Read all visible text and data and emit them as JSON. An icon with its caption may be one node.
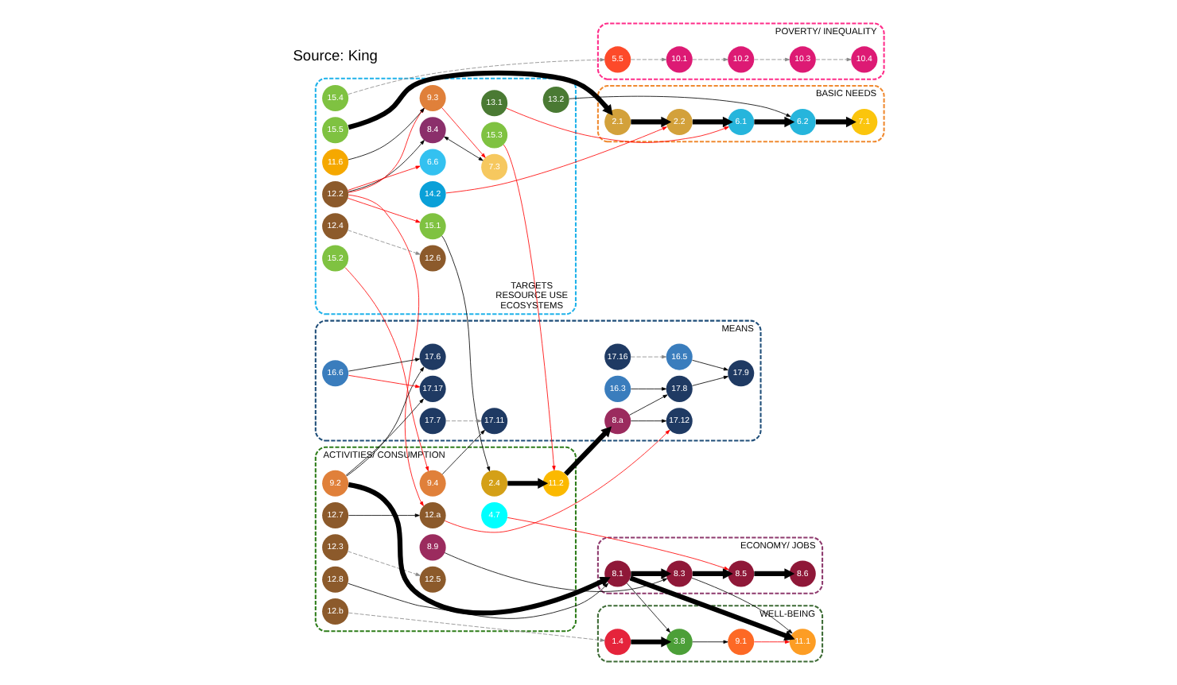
{
  "diagram": {
    "nodes": [
      {
        "text": [
          "TARGETS",
          "RESOURCE USE",
          "ECOSYSTEMS"
        ]
      },
      {
        "text": [
          "8.4"
        ],
        "in": 0
      },
      {
        "text": [
          "12.2"
        ],
        "in": 0
      },
      {
        "text": [
          "6.6"
        ],
        "in": 0
      },
      {
        "text": [
          "13.1"
        ],
        "in": 0
      },
      {
        "text": [
          "13.2"
        ],
        "in": 0
      },
      {
        "text": [
          "14.2"
        ],
        "in": 0
      },
      {
        "text": [
          "15.1"
        ],
        "in": 0
      },
      {
        "text": [
          "15.2"
        ],
        "in": 0
      },
      {
        "text": [
          "15.3"
        ],
        "in": 0
      },
      {
        "text": [
          "15.4"
        ],
        "in": 0
      },
      {
        "text": [
          "15.5"
        ],
        "in": 0
      },
      {
        "text": [
          "7.3"
        ],
        "in": 0
      },
      {
        "text": [
          "9.3"
        ],
        "in": 0
      },
      {
        "text": [
          "11.6"
        ],
        "in": 0
      },
      {
        "text": [
          "12.4"
        ],
        "in": 0
      },
      {
        "text": [
          "12.6"
        ],
        "in": 0
      },
      {
        "text": [
          "ACTIVITIES/ CONSUMPTION"
        ]
      },
      {
        "text": [
          "9.4"
        ],
        "in": 17
      },
      {
        "text": [
          "12.3"
        ],
        "in": 17
      },
      {
        "text": [
          "12.5"
        ],
        "in": 17
      },
      {
        "text": [
          "2.4"
        ],
        "in": 17
      },
      {
        "text": [
          "4.7"
        ],
        "in": 17
      },
      {
        "text": [
          "8.9"
        ],
        "in": 17
      },
      {
        "text": [
          "9.2"
        ],
        "in": 17
      },
      {
        "text": [
          "12.7"
        ],
        "in": 17
      },
      {
        "text": [
          "12.a"
        ],
        "in": 17
      },
      {
        "text": [
          "11.2"
        ],
        "in": 17
      },
      {
        "text": [
          "12.8"
        ],
        "in": 17
      },
      {
        "text": [
          "12.b"
        ],
        "in": 17
      },
      {
        "text": [
          "MEANS"
        ]
      },
      {
        "text": [
          "17.11"
        ],
        "in": 30
      },
      {
        "text": [
          "17.12"
        ],
        "in": 30
      },
      {
        "text": [
          "8.a"
        ],
        "in": 30
      },
      {
        "text": [
          "16.3"
        ],
        "in": 30
      },
      {
        "text": [
          "16.5"
        ],
        "in": 30
      },
      {
        "text": [
          "16.6"
        ],
        "in": 30
      },
      {
        "text": [
          "17.6"
        ],
        "in": 30
      },
      {
        "text": [
          "17.7"
        ],
        "in": 30
      },
      {
        "text": [
          "17.8"
        ],
        "in": 30
      },
      {
        "text": [
          "17.9"
        ],
        "in": 30
      },
      {
        "text": [
          "17.16"
        ],
        "in": 30
      },
      {
        "text": [
          "17.17"
        ],
        "in": 30
      },
      {
        "text": [
          "BASIC NEEDS"
        ]
      },
      {
        "text": [
          "2.1"
        ],
        "in": 43
      },
      {
        "text": [
          "2.2"
        ],
        "in": 43
      },
      {
        "text": [
          "6.1"
        ],
        "in": 43
      },
      {
        "text": [
          "6.2"
        ],
        "in": 43
      },
      {
        "text": [
          "7.1"
        ],
        "in": 43
      },
      {
        "text": [
          "POVERTY/ INEQUALITY"
        ]
      },
      {
        "text": [
          "5.5"
        ],
        "in": 49
      },
      {
        "text": [
          "10.1"
        ],
        "in": 49
      },
      {
        "text": [
          "10.2"
        ],
        "in": 49
      },
      {
        "text": [
          "10.3"
        ],
        "in": 49
      },
      {
        "text": [
          "10.4"
        ],
        "in": 49
      },
      {
        "text": [
          "ECONOMY/ JOBS"
        ]
      },
      {
        "text": [
          "8.1"
        ],
        "in": 55
      },
      {
        "text": [
          "8.3"
        ],
        "in": 55
      },
      {
        "text": [
          "8.5"
        ],
        "in": 55
      },
      {
        "text": [
          "8.6"
        ],
        "in": 55
      },
      {
        "text": [
          "WELL-BEING"
        ]
      },
      {
        "text": [
          "1.4"
        ],
        "in": 60
      },
      {
        "text": [
          "3.8"
        ],
        "in": 60
      },
      {
        "text": [
          "9.1"
        ],
        "in": 60
      },
      {
        "text": [
          "11.1"
        ],
        "in": 60
      }
    ],
    "edges": [
      {
        "from": 44,
        "to": 45,
        "arrow": "to",
        "style": "thick"
      },
      {
        "from": 45,
        "to": 46,
        "arrow": "to",
        "style": "thick"
      },
      {
        "from": 46,
        "to": 47,
        "arrow": "to",
        "style": "thick"
      },
      {
        "from": 47,
        "to": 48,
        "arrow": "to",
        "style": "thick"
      },
      {
        "from": 50,
        "to": 51,
        "arrow": "to",
        "style": "dashed",
        "color": "#888888"
      },
      {
        "from": 51,
        "to": 52,
        "arrow": "to",
        "style": "dashed",
        "color": "#888888"
      },
      {
        "from": 52,
        "to": 53,
        "arrow": "to",
        "style": "dashed",
        "color": "#888888"
      },
      {
        "from": 53,
        "to": 54,
        "arrow": "to",
        "style": "dashed",
        "color": "#888888"
      },
      {
        "from": 56,
        "to": 57,
        "arrow": "to",
        "style": "thick"
      },
      {
        "from": 57,
        "to": 58,
        "arrow": "to",
        "style": "thick"
      },
      {
        "from": 58,
        "to": 59,
        "arrow": "to",
        "style": "thick"
      },
      {
        "from": 61,
        "to": 62,
        "arrow": "to",
        "style": "thick"
      },
      {
        "from": 62,
        "to": 63,
        "arrow": "to"
      },
      {
        "from": 63,
        "to": 64,
        "arrow": "to",
        "color": "#ff0000"
      },
      {
        "from": 56,
        "to": 62,
        "arrow": "to"
      },
      {
        "from": 56,
        "to": 64,
        "arrow": "to",
        "style": "thick"
      },
      {
        "from": 57,
        "to": 64,
        "arrow": "to"
      },
      {
        "from": 33,
        "to": 32,
        "arrow": "to"
      },
      {
        "from": 36,
        "to": 37,
        "arrow": "to"
      },
      {
        "from": 39,
        "to": 40,
        "arrow": "to"
      },
      {
        "from": 2,
        "to": 1,
        "arrow": "to"
      },
      {
        "from": 2,
        "to": 3,
        "arrow": "to",
        "color": "#ff0000"
      },
      {
        "from": 2,
        "to": 13,
        "arrow": "to",
        "color": "#ff0000"
      },
      {
        "from": 2,
        "to": 7,
        "arrow": "to",
        "color": "#ff0000"
      },
      {
        "from": 2,
        "to": 26,
        "arrow": "to",
        "color": "#ff0000"
      },
      {
        "from": 1,
        "to": 12,
        "arrow": "both"
      },
      {
        "from": 13,
        "to": 12,
        "arrow": "to",
        "color": "#ff0000"
      },
      {
        "from": 14,
        "to": 13,
        "arrow": "to"
      },
      {
        "from": 15,
        "to": 16,
        "arrow": "to",
        "style": "dashed",
        "color": "#888888"
      },
      {
        "from": 7,
        "to": 21,
        "arrow": "to"
      },
      {
        "from": 21,
        "to": 27,
        "arrow": "to",
        "style": "thick"
      },
      {
        "from": 27,
        "to": 33,
        "arrow": "to",
        "style": "thick"
      },
      {
        "from": 9,
        "to": 27,
        "arrow": "to",
        "color": "#ff0000"
      },
      {
        "from": 8,
        "to": 18,
        "arrow": "to",
        "color": "#ff0000"
      },
      {
        "from": 11,
        "to": 44,
        "arrow": "to",
        "style": "thick"
      },
      {
        "from": 4,
        "to": 46,
        "arrow": "to",
        "color": "#ff0000"
      },
      {
        "from": 5,
        "to": 47,
        "arrow": "to"
      },
      {
        "from": 6,
        "to": 45,
        "arrow": "to",
        "color": "#ff0000"
      },
      {
        "from": 10,
        "to": 50,
        "arrow": "to",
        "style": "dashed",
        "color": "#888888"
      },
      {
        "from": 24,
        "to": 56,
        "arrow": "to",
        "style": "thick"
      },
      {
        "from": 23,
        "to": 57,
        "arrow": "to"
      },
      {
        "from": 22,
        "to": 58,
        "arrow": "to",
        "color": "#ff0000"
      },
      {
        "from": 28,
        "to": 56,
        "arrow": "to"
      },
      {
        "from": 29,
        "to": 61,
        "arrow": "to",
        "style": "dashed",
        "color": "#888888"
      },
      {
        "from": 19,
        "to": 20,
        "arrow": "to",
        "style": "dashed",
        "color": "#888888"
      },
      {
        "from": 25,
        "to": 26,
        "arrow": "to"
      },
      {
        "from": 18,
        "to": 31,
        "arrow": "to"
      },
      {
        "from": 26,
        "to": 32,
        "arrow": "to",
        "color": "#ff0000"
      },
      {
        "from": 24,
        "to": 37,
        "arrow": "to"
      },
      {
        "from": 24,
        "to": 42,
        "arrow": "to"
      },
      {
        "from": 33,
        "to": 39,
        "arrow": "to"
      },
      {
        "from": 34,
        "to": 39,
        "arrow": "to"
      },
      {
        "from": 35,
        "to": 40,
        "arrow": "to"
      },
      {
        "from": 36,
        "to": 42,
        "arrow": "to",
        "color": "#ff0000"
      },
      {
        "from": 38,
        "to": 31,
        "arrow": "to",
        "style": "dashed",
        "color": "#888888"
      },
      {
        "from": 41,
        "to": 35,
        "arrow": "to",
        "style": "dashed",
        "color": "#888888"
      }
    ],
    "labels": [
      "Source: King"
    ]
  }
}
